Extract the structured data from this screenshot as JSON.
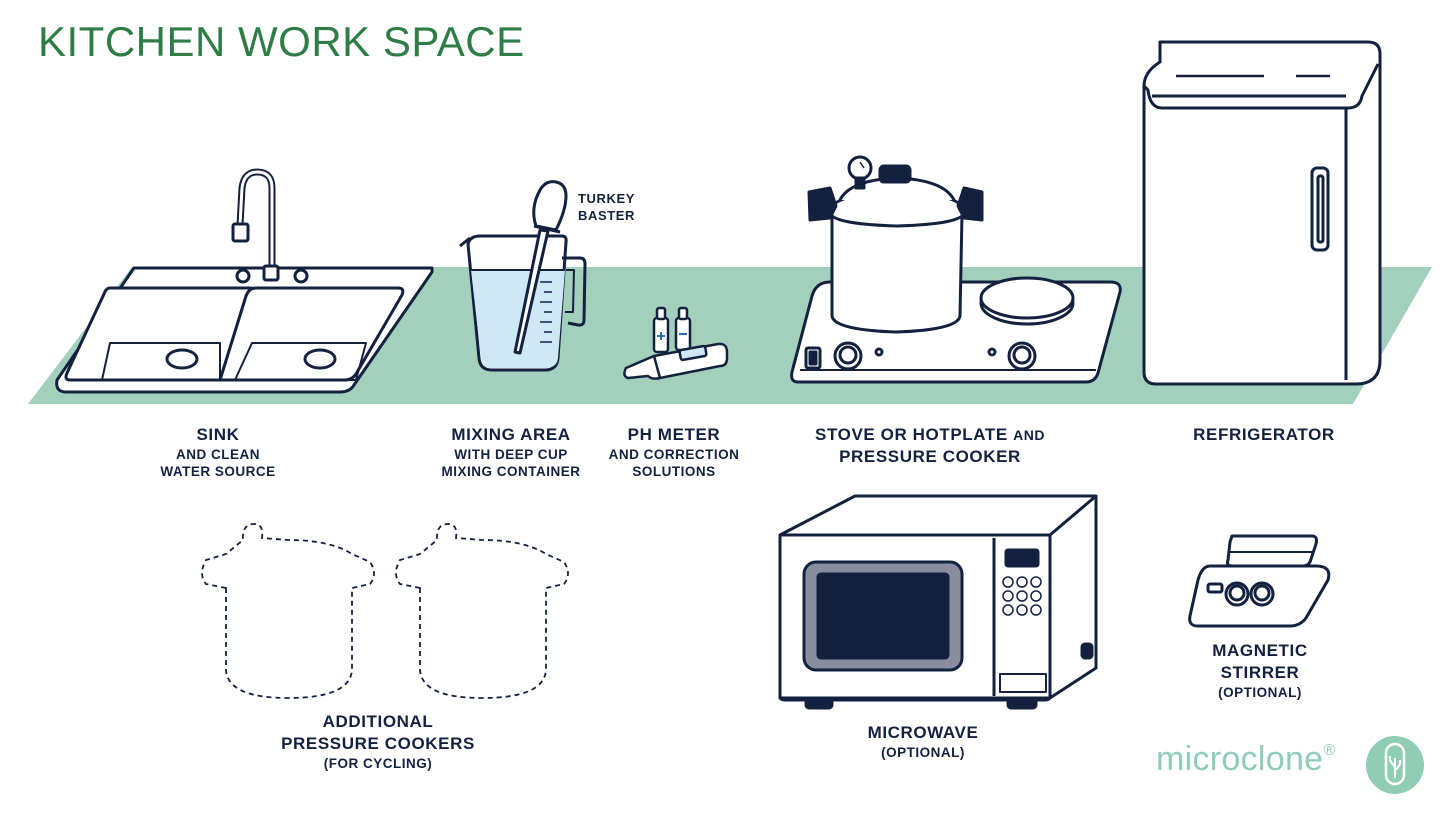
{
  "page": {
    "title": "KITCHEN WORK SPACE"
  },
  "items": {
    "sink": {
      "label": "SINK",
      "sub1": "AND CLEAN",
      "sub2": "WATER SOURCE"
    },
    "mixing": {
      "label": "MIXING AREA",
      "sub1": "WITH DEEP CUP",
      "sub2": "MIXING CONTAINER"
    },
    "turkey_baster": {
      "line1": "TURKEY",
      "line2": "BASTER"
    },
    "ph_meter": {
      "label": "PH METER",
      "sub1": "AND CORRECTION",
      "sub2": "SOLUTIONS"
    },
    "stove": {
      "label": "STOVE OR HOTPLATE",
      "and": "AND",
      "label2": "PRESSURE COOKER"
    },
    "refrigerator": {
      "label": "REFRIGERATOR"
    },
    "additional_cookers": {
      "label1": "ADDITIONAL",
      "label2": "PRESSURE COOKERS",
      "sub": "(FOR CYCLING)"
    },
    "microwave": {
      "label": "MICROWAVE",
      "sub": "(OPTIONAL)"
    },
    "magnetic_stirrer": {
      "label1": "MAGNETIC",
      "label2": "STIRRER",
      "sub": "(OPTIONAL)"
    }
  },
  "brand": {
    "name": "microclone",
    "mark": "®"
  },
  "colors": {
    "title": "#2e7d46",
    "counter": "#a3d0bd",
    "outline": "#13213f",
    "water": "#cfe8f5",
    "brand": "#8fcdb5"
  }
}
